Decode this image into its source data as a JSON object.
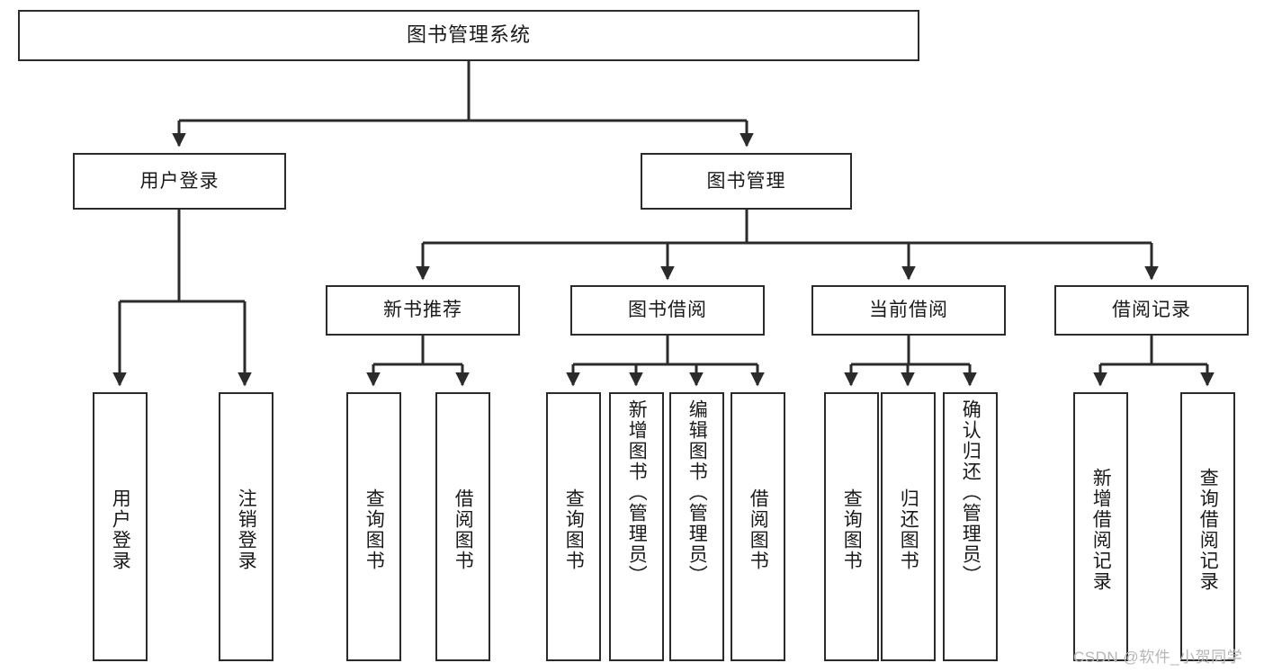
{
  "diagram": {
    "title": "图书管理系统",
    "type": "功能结构图",
    "root": {
      "label": "图书管理系统"
    },
    "level1": [
      {
        "label": "用户登录"
      },
      {
        "label": "图书管理"
      }
    ],
    "level2": [
      {
        "label": "新书推荐"
      },
      {
        "label": "图书借阅"
      },
      {
        "label": "当前借阅"
      },
      {
        "label": "借阅记录"
      }
    ],
    "leaves": {
      "user_login": [
        {
          "label": "用户登录"
        },
        {
          "label": "注销登录"
        }
      ],
      "new_book_recommend": [
        {
          "label": "查询图书"
        },
        {
          "label": "借阅图书"
        }
      ],
      "book_borrow": [
        {
          "label": "查询图书"
        },
        {
          "label": "新增图书（管理员）"
        },
        {
          "label": "编辑图书（管理员）"
        },
        {
          "label": "借阅图书"
        }
      ],
      "current_borrow": [
        {
          "label": "查询图书"
        },
        {
          "label": "归还图书"
        },
        {
          "label": "确认归还（管理员）"
        }
      ],
      "borrow_record": [
        {
          "label": "新增借阅记录"
        },
        {
          "label": "查询借阅记录"
        }
      ]
    }
  },
  "watermark": {
    "text": "CSDN @软件_小贺同学"
  },
  "colors": {
    "stroke": "#2b2b2b",
    "fill": "#ffffff",
    "text": "#1a1a1a",
    "watermark": "#b6b6b6"
  }
}
